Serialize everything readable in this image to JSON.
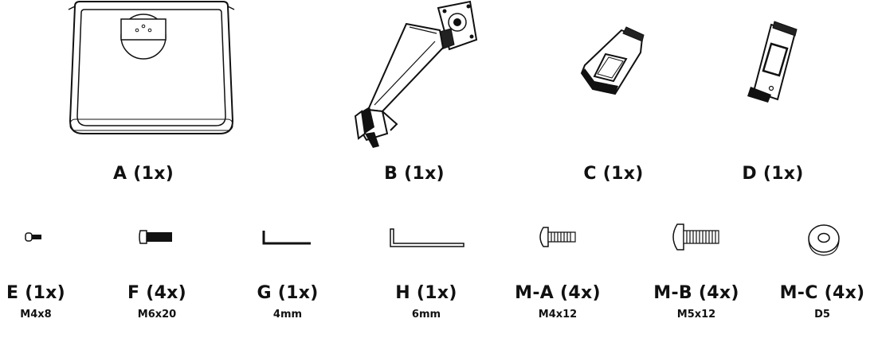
{
  "parts": {
    "a": {
      "label": "A (1x)"
    },
    "b": {
      "label": "B (1x)"
    },
    "c": {
      "label": "C (1x)"
    },
    "d": {
      "label": "D (1x)"
    },
    "e": {
      "label": "E (1x)",
      "spec": "M4x8"
    },
    "f": {
      "label": "F (4x)",
      "spec": "M6x20"
    },
    "g": {
      "label": "G (1x)",
      "spec": "4mm"
    },
    "h": {
      "label": "H (1x)",
      "spec": "6mm"
    },
    "ma": {
      "label": "M-A (4x)",
      "spec": "M4x12"
    },
    "mb": {
      "label": "M-B (4x)",
      "spec": "M5x12"
    },
    "mc": {
      "label": "M-C (4x)",
      "spec": "D5"
    }
  }
}
